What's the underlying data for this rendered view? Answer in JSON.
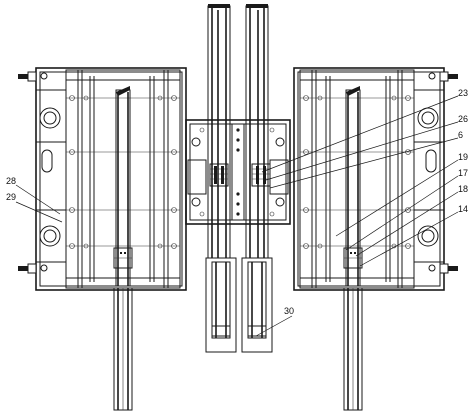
{
  "labels": {
    "l23": "23",
    "l26": "26",
    "l6": "6",
    "l19": "19",
    "l17": "17",
    "l18": "18",
    "l14": "14",
    "l28": "28",
    "l29": "29",
    "l30": "30"
  }
}
